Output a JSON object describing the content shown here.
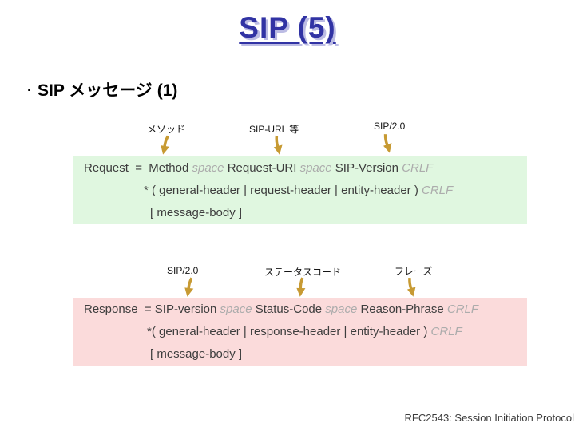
{
  "slide_title": "SIP (5)",
  "bullet": {
    "marker": "·",
    "text": "SIP メッセージ (1)"
  },
  "request_section": {
    "annotations": [
      "メソッド",
      "SIP-URL 等",
      "SIP/2.0"
    ],
    "syntax": {
      "line1": {
        "head": "Request  =  Method ",
        "space1": "space",
        "mid1": " Request-URI ",
        "space2": "space",
        "mid2": " SIP-Version ",
        "crlf": "CRLF"
      },
      "line2": {
        "body": "* ( general-header | request-header | entity-header ) ",
        "crlf": "CRLF"
      },
      "line3": "[ message-body ]"
    }
  },
  "response_section": {
    "annotations": [
      "SIP/2.0",
      "ステータスコード",
      "フレーズ"
    ],
    "syntax": {
      "line1": {
        "head": "Response  = SIP-version ",
        "space1": "space",
        "mid1": " Status-Code ",
        "space2": "space",
        "mid2": " Reason-Phrase ",
        "crlf": "CRLF"
      },
      "line2": {
        "body": "*( general-header | response-header | entity-header ) ",
        "crlf": "CRLF"
      },
      "line3": "[ message-body ]"
    }
  },
  "footer": "RFC2543: Session Initiation Protocol",
  "colors": {
    "title_text": "#3133A4",
    "title_shadow": "#BCBCE4",
    "request_box_bg": "#E0F7E0",
    "response_box_bg": "#FBDBDB",
    "box_text": "#3E3E3E",
    "muted_token": "#ACACAC",
    "arrow": "#C79A33",
    "background": "#FFFFFF"
  }
}
